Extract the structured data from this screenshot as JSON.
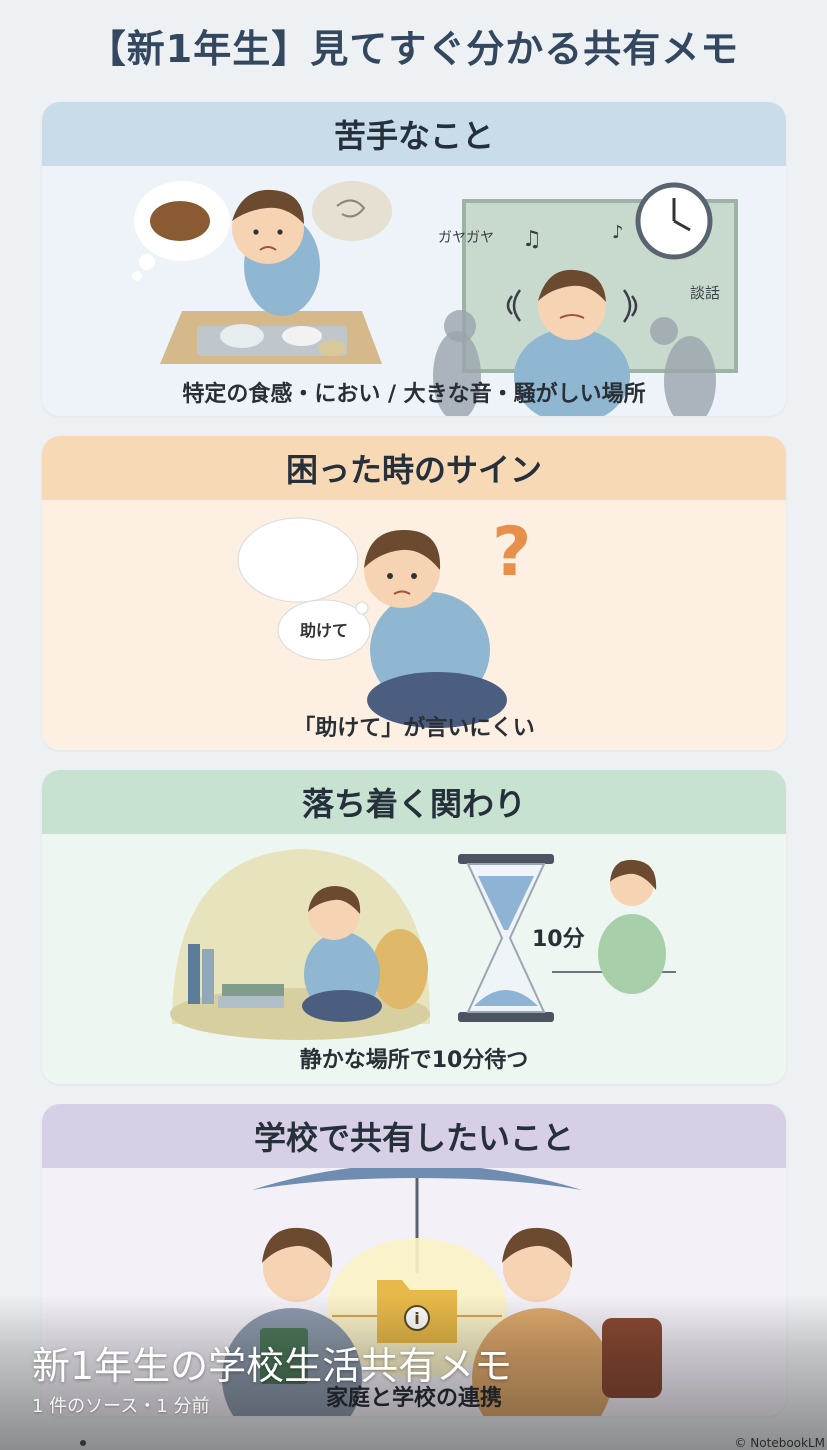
{
  "header": {
    "title": "【新1年生】見てすぐ分かる共有メモ"
  },
  "cards": [
    {
      "heading": "苦手なこと",
      "caption": "特定の食感・におい / 大きな音・騒がしい場所",
      "labels": {
        "noise": "ガヤガヤ",
        "talk": "談話"
      }
    },
    {
      "heading": "困った時のサイン",
      "caption": "「助けて」が言いにくい",
      "labels": {
        "thought": "助けて",
        "question": "?"
      }
    },
    {
      "heading": "落ち着く関わり",
      "caption": "静かな場所で10分待つ",
      "labels": {
        "minutes": "10分"
      }
    },
    {
      "heading": "学校で共有したいこと",
      "caption": "家庭と学校の連携",
      "labels": {
        "info": "i"
      }
    }
  ],
  "overlay": {
    "title": "新1年生の学校生活共有メモ",
    "meta": "1 件のソース・1 分前"
  },
  "footer": {
    "credit": "© NotebookLM"
  },
  "icons": [
    "food-icon",
    "smell-cloud-icon",
    "music-note-icon",
    "clock-icon",
    "question-mark-icon",
    "thought-bubble-icon",
    "hourglass-icon",
    "book-stack-icon",
    "umbrella-icon",
    "folder-info-icon"
  ],
  "colors": {
    "card1_head": "#c9dcea",
    "card2_head": "#f8d9b6",
    "card3_head": "#c8e2d2",
    "card4_head": "#d7cfe6"
  }
}
